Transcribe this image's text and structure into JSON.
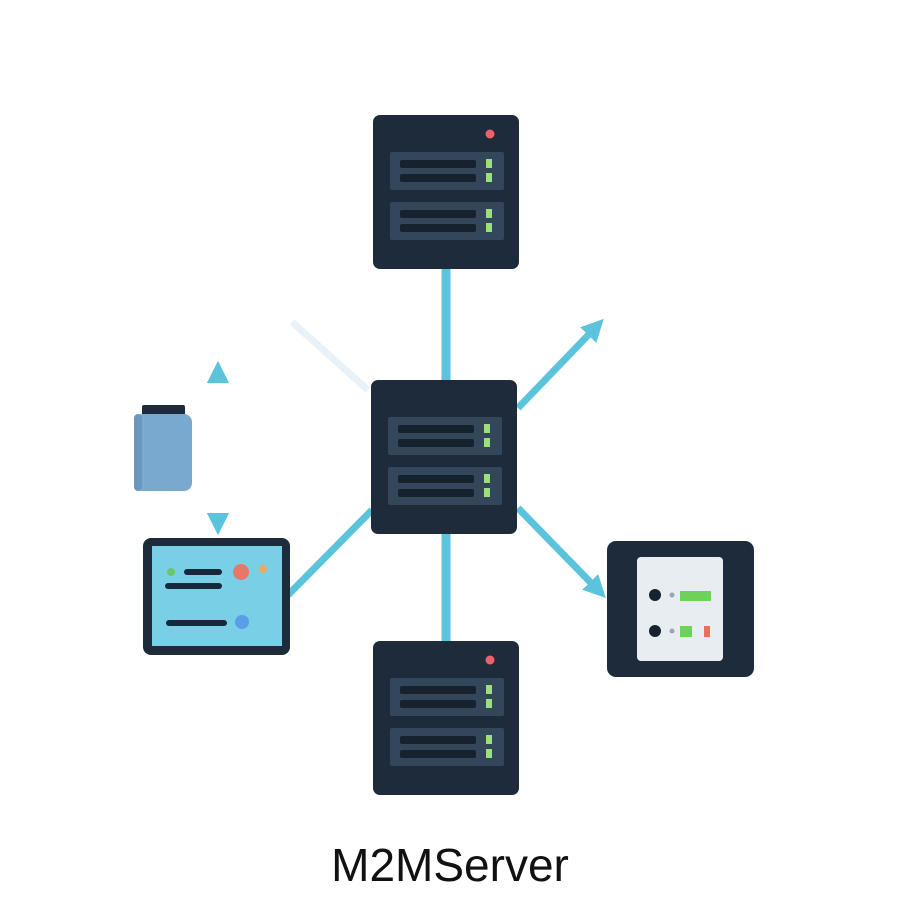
{
  "caption": "M2MServer",
  "colors": {
    "server_body": "#1e2b3a",
    "server_panel": "#34475a",
    "server_bar": "#16222e",
    "led_green": "#9be07a",
    "led_red": "#f0606a",
    "connector": "#5bc3dc",
    "client_screen": "#79d0e6",
    "bottle": "#7aa9cf",
    "device_panel": "#e8edf2"
  },
  "nodes": [
    {
      "type": "server",
      "role": "top"
    },
    {
      "type": "server",
      "role": "center"
    },
    {
      "type": "server",
      "role": "bottom"
    },
    {
      "type": "client-monitor"
    },
    {
      "type": "storage-bottle"
    },
    {
      "type": "status-device"
    }
  ]
}
